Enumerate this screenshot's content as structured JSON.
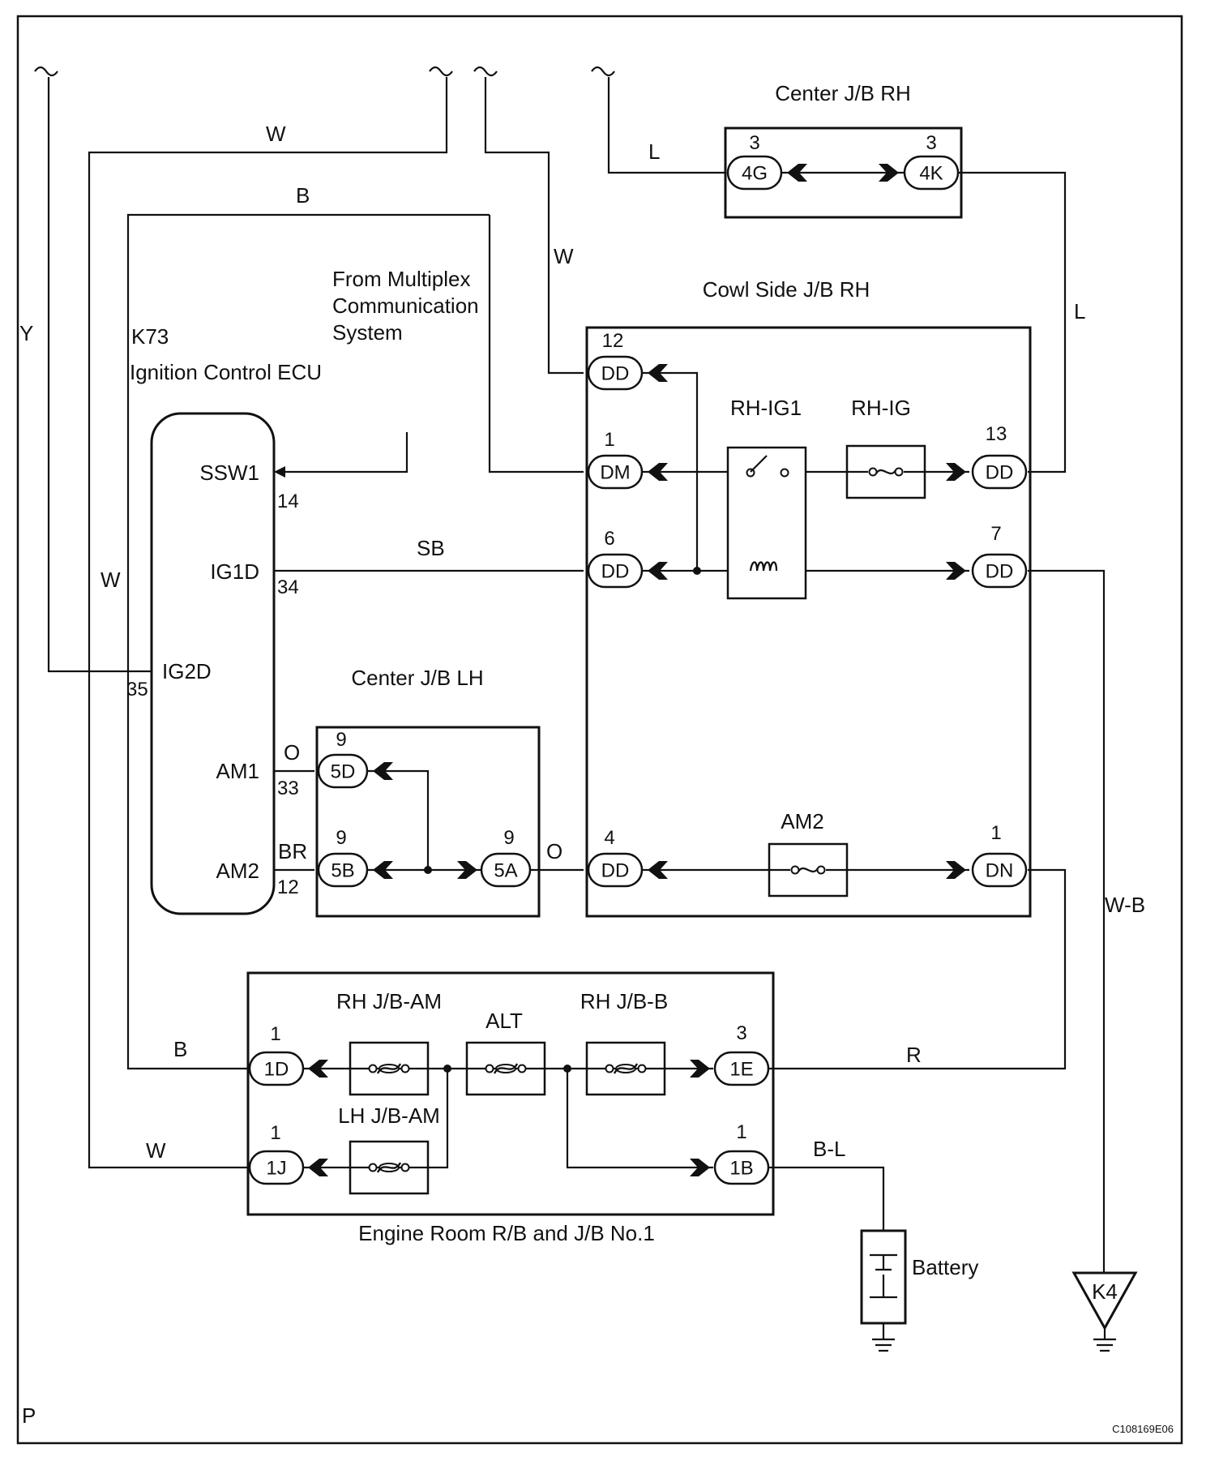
{
  "diagram": {
    "wire_colors": {
      "w_top": "W",
      "b_top": "B",
      "w_dd12": "W",
      "l_4g": "L",
      "l_right": "L",
      "y_left": "Y",
      "w_left": "W",
      "sb": "SB",
      "o_am1": "O",
      "br_am2": "BR",
      "o_5a": "O",
      "wb": "W-B",
      "b_1d": "B",
      "w_1j": "W",
      "r_1e": "R",
      "bl_1b": "B-L"
    },
    "ecu": {
      "code": "K73",
      "name": "Ignition Control ECU",
      "terminals": [
        "SSW1",
        "IG1D",
        "IG2D",
        "AM1",
        "AM2"
      ],
      "pins": [
        "14",
        "34",
        "35",
        "33",
        "12"
      ]
    },
    "multiplex_note": [
      "From Multiplex",
      "Communication",
      "System"
    ],
    "center_jb_rh": {
      "title": "Center J/B RH",
      "connectors": [
        "4G",
        "4K"
      ],
      "pins": [
        "3",
        "3"
      ]
    },
    "cowl_side_jb_rh": {
      "title": "Cowl Side J/B RH",
      "connectors": [
        "DD",
        "DM",
        "DD",
        "DD",
        "DD",
        "DD",
        "DN"
      ],
      "pins": [
        "12",
        "1",
        "6",
        "4",
        "13",
        "7",
        "1"
      ],
      "relay": "RH-IG1",
      "fuses": [
        "RH-IG",
        "AM2"
      ]
    },
    "center_jb_lh": {
      "title": "Center J/B LH",
      "connectors": [
        "5D",
        "5B",
        "5A"
      ],
      "pins": [
        "9",
        "9",
        "9"
      ]
    },
    "engine_room": {
      "title": "Engine Room R/B and J/B No.1",
      "fuses": [
        "RH J/B-AM",
        "ALT",
        "RH J/B-B",
        "LH J/B-AM"
      ],
      "connectors": [
        "1D",
        "1E",
        "1J",
        "1B"
      ],
      "pins": [
        "1",
        "3",
        "1",
        "1"
      ]
    },
    "battery": "Battery",
    "ground": "K4",
    "corner_code": "P",
    "figure_code": "C108169E06"
  }
}
